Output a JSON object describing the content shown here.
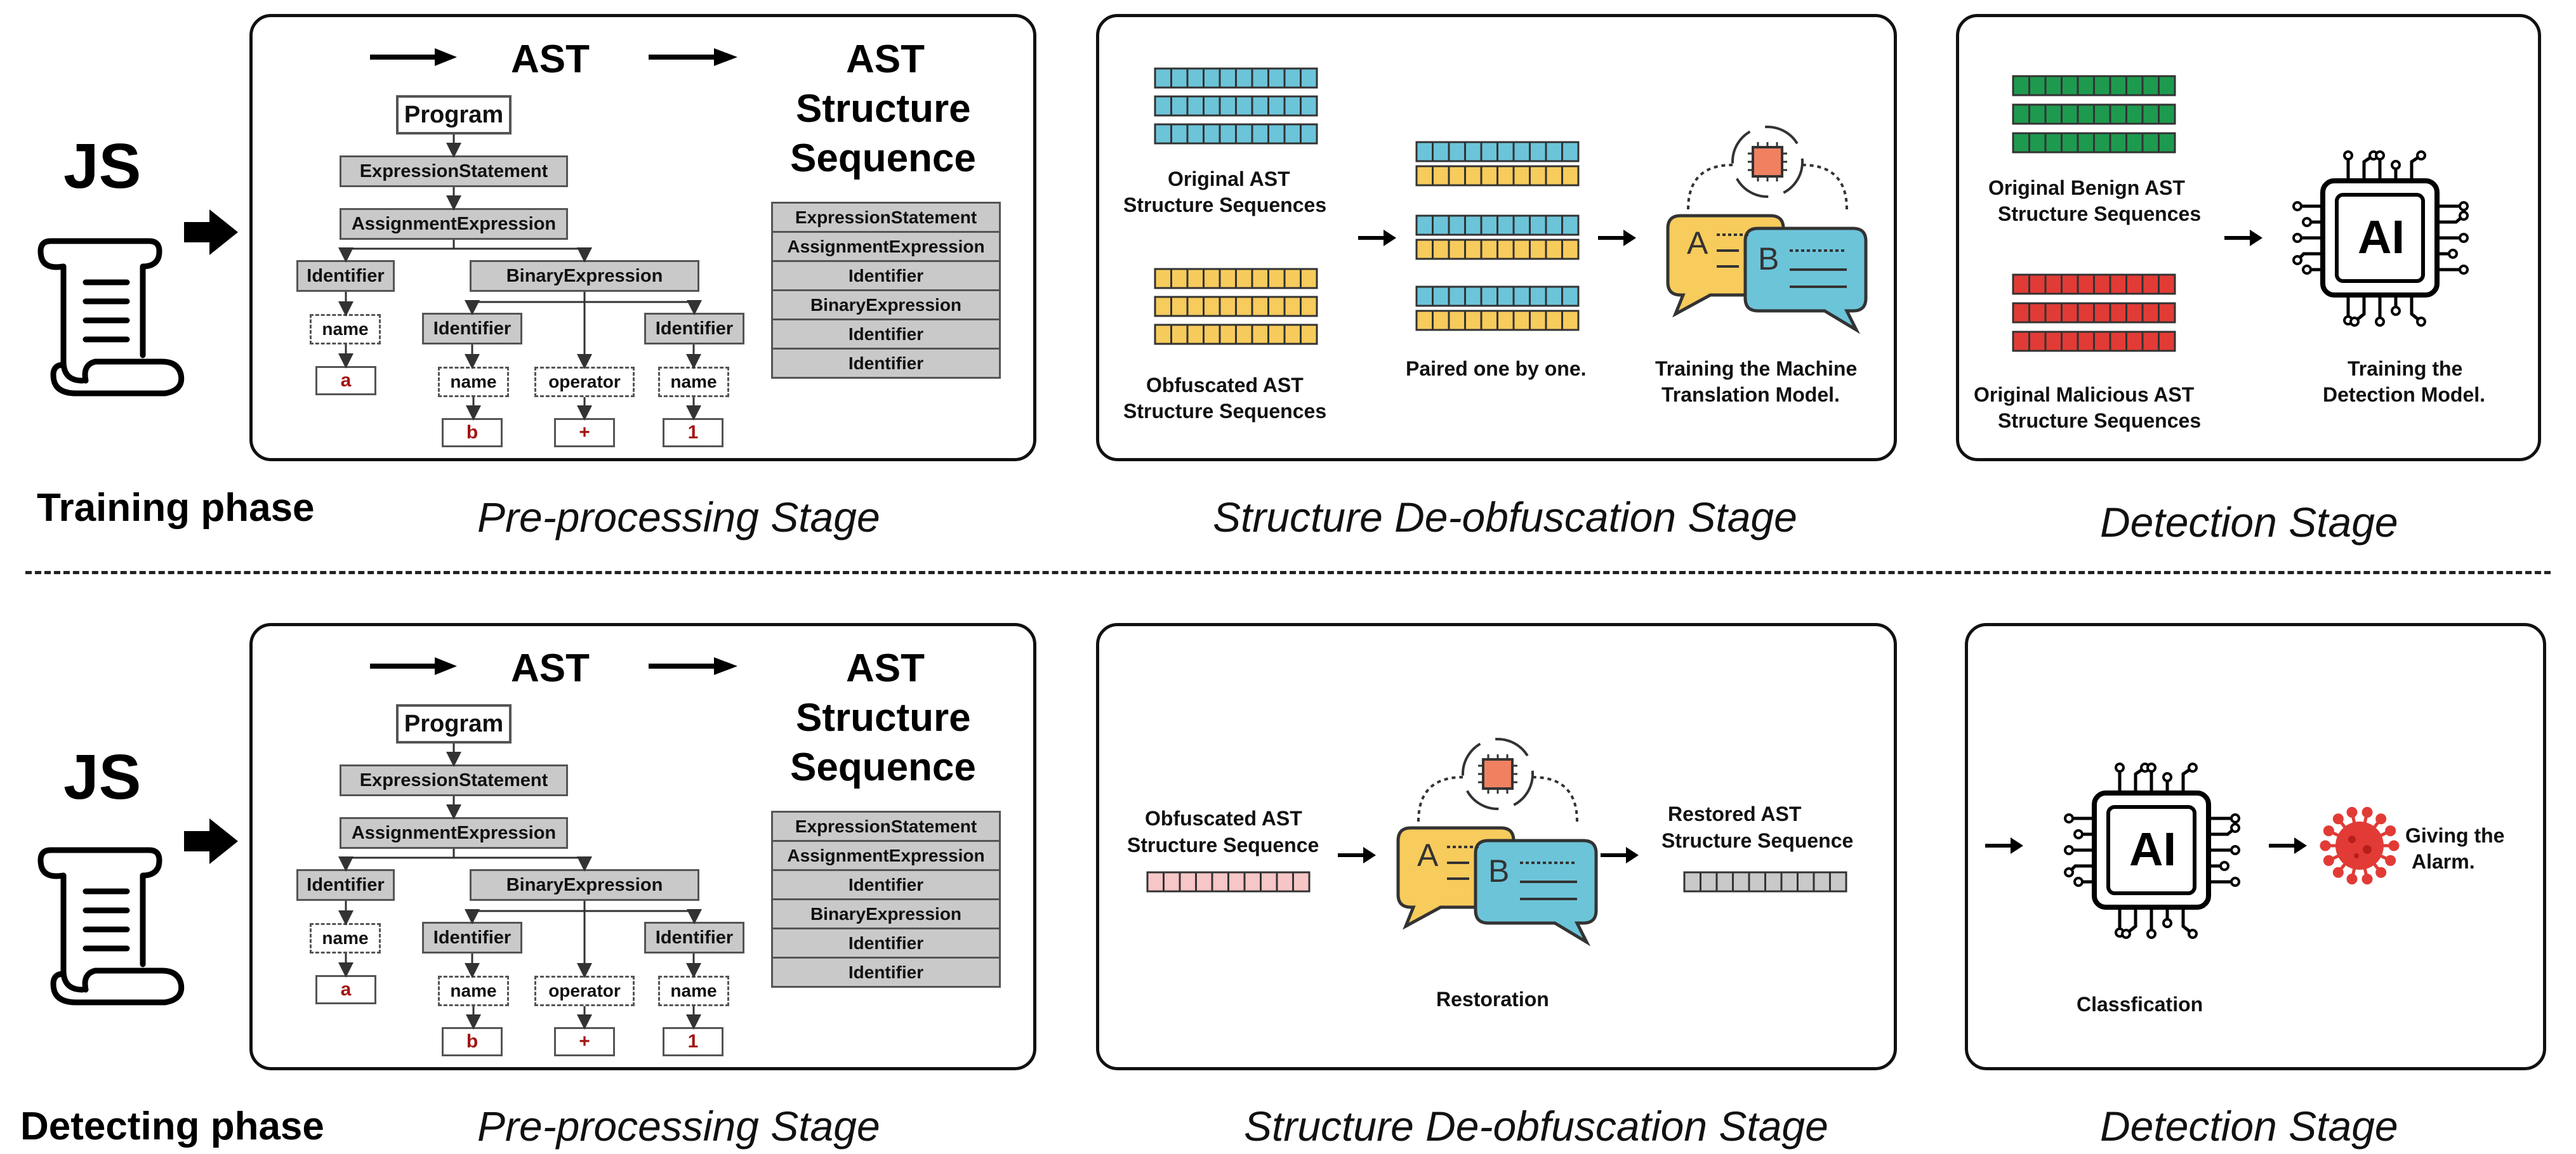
{
  "phases": {
    "training": "Training phase",
    "detecting": "Detecting phase"
  },
  "js_label": "JS",
  "stages": {
    "preprocessing": "Pre-processing Stage",
    "deobfuscation": "Structure De-obfuscation Stage",
    "detection": "Detection Stage"
  },
  "preprocessing": {
    "ast_title": "AST",
    "seq_title_lines": [
      "AST",
      "Structure",
      "Sequence"
    ],
    "tree": {
      "root": "Program",
      "expression_statement": "ExpressionStatement",
      "assignment_expression": "AssignmentExpression",
      "identifier": "Identifier",
      "binary_expression": "BinaryExpression",
      "name": "name",
      "operator": "operator",
      "leaf_a": "a",
      "leaf_b": "b",
      "leaf_plus": "+",
      "leaf_1": "1"
    },
    "sequence": [
      "ExpressionStatement",
      "AssignmentExpression",
      "Identifier",
      "BinaryExpression",
      "Identifier",
      "Identifier"
    ]
  },
  "training_deobf": {
    "original_caption": [
      "Original AST",
      "Structure Sequences"
    ],
    "obfuscated_caption": [
      "Obfuscated AST",
      "Structure Sequences"
    ],
    "paired_caption": "Paired one by one.",
    "train_caption": [
      "Training the Machine",
      "Translation Model."
    ],
    "bubble_a": "A",
    "bubble_b": "B"
  },
  "training_detect": {
    "benign_caption": [
      "Original Benign AST",
      "Structure Sequences"
    ],
    "malicious_caption": [
      "Original Malicious AST",
      "Structure Sequences"
    ],
    "train_caption": [
      "Training the",
      "Detection Model."
    ],
    "ai_label": "AI"
  },
  "detecting_deobf": {
    "obfuscated_caption": [
      "Obfuscated AST",
      "Structure Sequence"
    ],
    "restored_caption": [
      "Restored AST",
      "Structure Sequence"
    ],
    "restoration_caption": "Restoration",
    "bubble_a": "A",
    "bubble_b": "B"
  },
  "detecting_detect": {
    "ai_label": "AI",
    "classification_caption": "Classfication",
    "alarm_caption": [
      "Giving the",
      "Alarm."
    ]
  },
  "colors": {
    "blue_cell": "#6cc4d9",
    "yellow_cell": "#f7cb5c",
    "green_cell": "#1e9a4f",
    "red_cell": "#e23b36",
    "pink_cell": "#f7c6c6",
    "gray_cell": "#c9c9c9",
    "chip_orange": "#f08160",
    "virus_red": "#e23b36"
  },
  "icons": [
    "scroll-icon",
    "arrow-right-icon",
    "translation-model-icon",
    "ai-chip-icon",
    "virus-icon"
  ]
}
